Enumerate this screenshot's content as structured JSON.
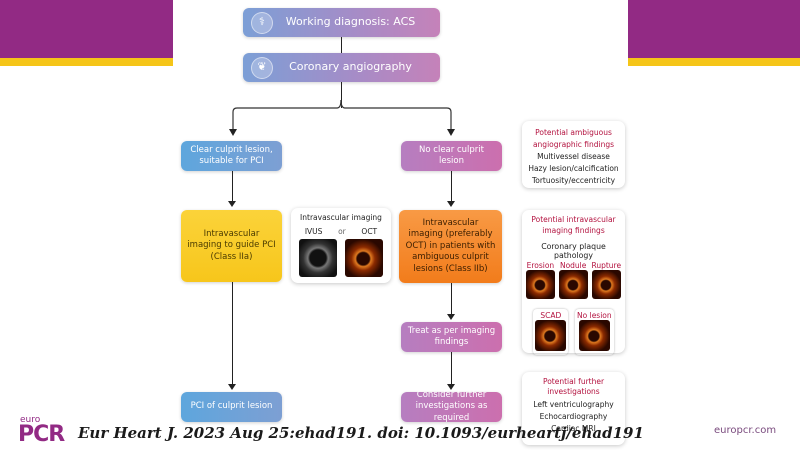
{
  "header": {
    "left_bar_color": "#922a84",
    "accent_color": "#f5c518"
  },
  "flow": {
    "step1": {
      "label": "Working diagnosis: ACS",
      "icon": "doctor-patient-icon"
    },
    "step2": {
      "label": "Coronary angiography",
      "icon": "heart-vessels-icon"
    },
    "left_branch": {
      "condition": "Clear culprit lesion, suitable for PCI",
      "imaging": "Intravascular imaging to guide PCI (Class IIa)",
      "final": "PCI of culprit lesion"
    },
    "right_branch": {
      "condition": "No clear culprit lesion",
      "imaging": "Intravascular imaging (preferably OCT) in patients with ambiguous culprit lesions (Class IIb)",
      "treat": "Treat as per imaging findings",
      "final": "Consider further investigations as required"
    },
    "imaging_panel": {
      "title": "Intravascular imaging",
      "ivus": "IVUS",
      "or": "or",
      "oct": "OCT"
    }
  },
  "side_panels": {
    "ambiguous": {
      "title": "Potential ambiguous angiographic findings",
      "items": [
        "Multivessel disease",
        "Hazy lesion/calcification",
        "Tortuosity/eccentricity"
      ]
    },
    "intravascular": {
      "title": "Potential intravascular imaging findings",
      "subtitle": "Coronary plaque pathology",
      "pathologies": [
        "Erosion",
        "Nodule",
        "Rupture"
      ],
      "others": [
        "SCAD",
        "No lesion"
      ]
    },
    "further": {
      "title": "Potential further investigations",
      "items": [
        "Left ventriculography",
        "Echocardiography",
        "Cardiac MRI"
      ]
    }
  },
  "footer": {
    "logo_small": "euro",
    "logo_big": "PCR",
    "citation": "Eur Heart J. 2023 Aug 25:ehad191. doi: 10.1093/eurheartj/ehad191",
    "site": "europcr.com"
  }
}
